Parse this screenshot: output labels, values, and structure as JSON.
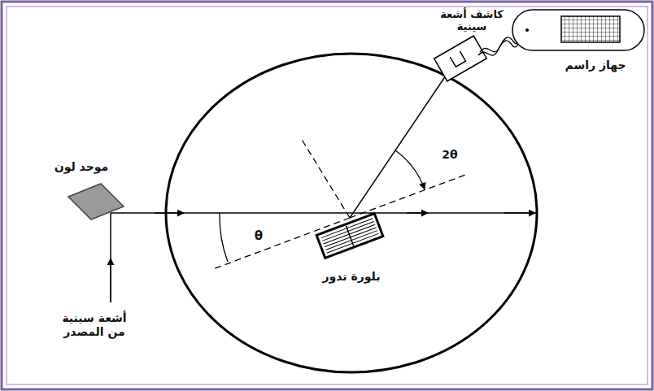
{
  "diagram": {
    "labels": [
      "كاشف أشعة سينية",
      "جهاز راسم",
      "2θ",
      "موحد لون",
      "θ",
      "بلورة تدور",
      "أشعة سينية من المصدر"
    ]
  }
}
